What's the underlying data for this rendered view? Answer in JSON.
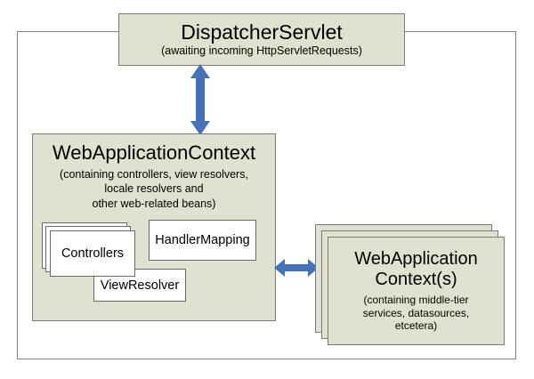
{
  "diagram": {
    "accent_arrow_color": "#4472b8",
    "box_fill_color": "#dfe2ce",
    "box_border_color": "#7a7a7a",
    "inner_box_fill_color": "#ffffff",
    "frame_border_color": "#808080"
  },
  "dispatcher": {
    "title": "DispatcherServlet",
    "subtitle": "(awaiting incoming HttpServletRequests)"
  },
  "web_application_context": {
    "title": "WebApplicationContext",
    "subtitle_line1": "(containing controllers, view resolvers,",
    "subtitle_line2": "locale resolvers and",
    "subtitle_line3": "other web-related beans)",
    "inner_boxes": [
      {
        "label": "Controllers"
      },
      {
        "label": "HandlerMapping"
      },
      {
        "label": "ViewResolver"
      }
    ]
  },
  "root_contexts": {
    "title_line1": "WebApplication",
    "title_line2": "Context(s)",
    "subtitle_line1": "(containing middle-tier",
    "subtitle_line2": "services, datasources,",
    "subtitle_line3": "etcetera)"
  },
  "connectors": [
    {
      "name": "dispatcher-to-webapplicationcontext",
      "orientation": "vertical",
      "heads": "both"
    },
    {
      "name": "webapplicationcontext-to-root-contexts",
      "orientation": "horizontal",
      "heads": "both"
    }
  ]
}
